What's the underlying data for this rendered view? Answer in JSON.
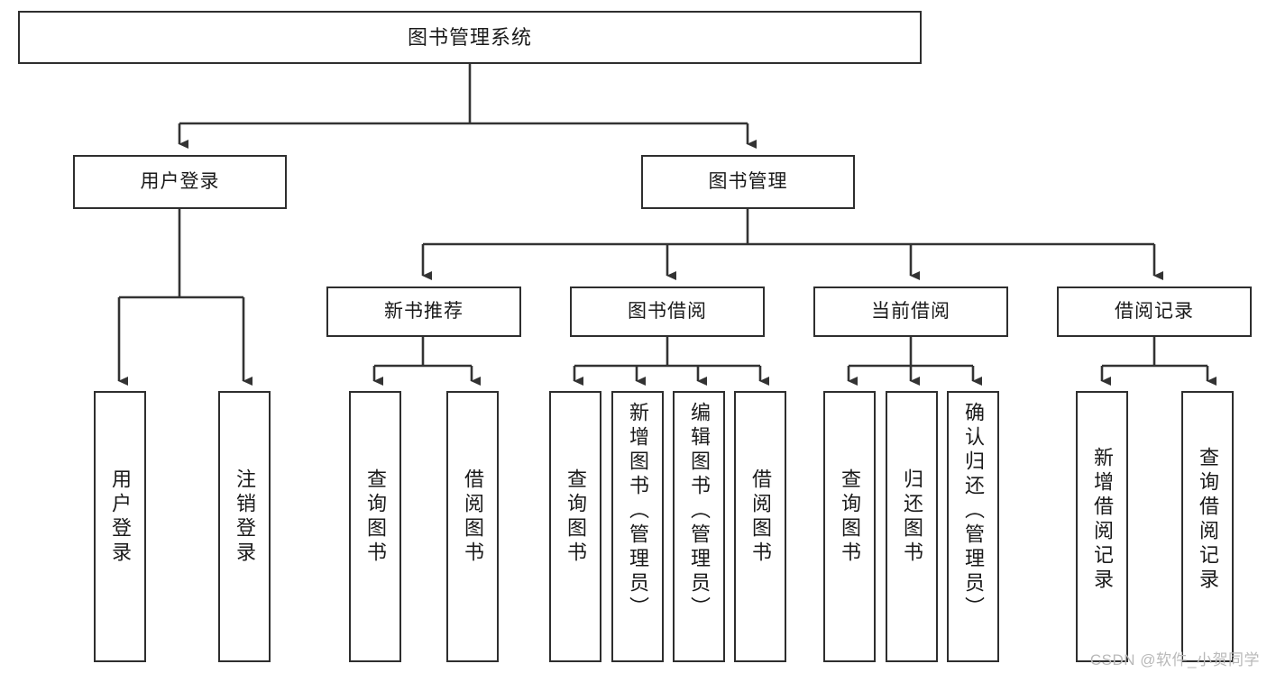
{
  "diagram": {
    "title": "图书管理系统",
    "type": "tree",
    "orientation": "top-down",
    "colors": {
      "box_border": "#2e2e2e",
      "box_fill": "#ffffff",
      "connector": "#333333",
      "text": "#1a1a1a",
      "watermark": "#b9b9b9",
      "background": "#ffffff"
    },
    "root": {
      "label": "图书管理系统"
    },
    "level2": [
      {
        "id": "user-login",
        "label": "用户登录"
      },
      {
        "id": "book-manage",
        "label": "图书管理"
      }
    ],
    "level3": [
      {
        "id": "new-book-recommend",
        "label": "新书推荐",
        "parent": "book-manage"
      },
      {
        "id": "book-borrow",
        "label": "图书借阅",
        "parent": "book-manage"
      },
      {
        "id": "current-borrow",
        "label": "当前借阅",
        "parent": "book-manage"
      },
      {
        "id": "borrow-record",
        "label": "借阅记录",
        "parent": "book-manage"
      }
    ],
    "leaves": {
      "user-login": [
        {
          "id": "leaf-user-login",
          "label": "用户登录"
        },
        {
          "id": "leaf-user-logout",
          "label": "注销登录"
        }
      ],
      "new-book-recommend": [
        {
          "id": "leaf-query-book-1",
          "label": "查询图书"
        },
        {
          "id": "leaf-borrow-book-1",
          "label": "借阅图书"
        }
      ],
      "book-borrow": [
        {
          "id": "leaf-query-book-2",
          "label": "查询图书"
        },
        {
          "id": "leaf-add-book",
          "label": "新增图书（管理员）"
        },
        {
          "id": "leaf-edit-book",
          "label": "编辑图书（管理员）"
        },
        {
          "id": "leaf-borrow-book-2",
          "label": "借阅图书"
        }
      ],
      "current-borrow": [
        {
          "id": "leaf-query-book-3",
          "label": "查询图书"
        },
        {
          "id": "leaf-return-book",
          "label": "归还图书"
        },
        {
          "id": "leaf-confirm-return",
          "label": "确认归还（管理员）"
        }
      ],
      "borrow-record": [
        {
          "id": "leaf-add-record",
          "label": "新增借阅记录"
        },
        {
          "id": "leaf-query-record",
          "label": "查询借阅记录"
        }
      ]
    }
  },
  "watermark": {
    "text": "CSDN @软件_小贺同学"
  }
}
